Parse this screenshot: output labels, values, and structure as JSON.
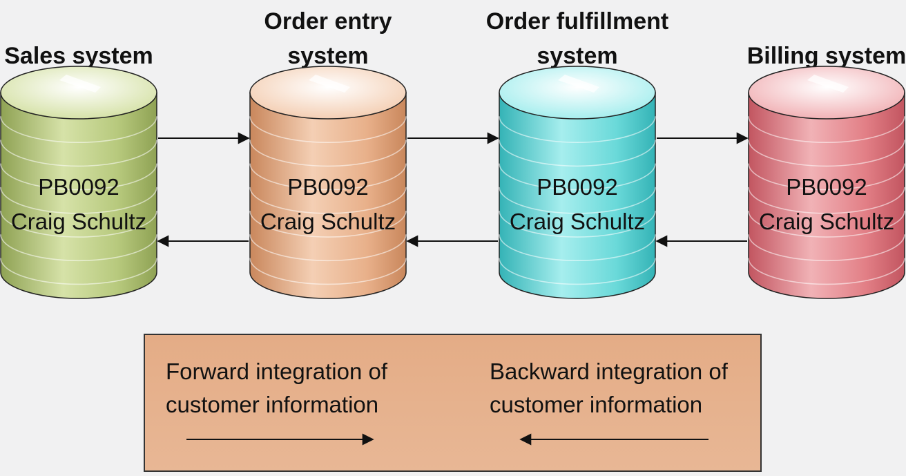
{
  "systems": [
    {
      "title_lines": [
        "Sales system"
      ],
      "record_id": "PB0092",
      "customer_name": "Craig Schultz",
      "color_main": "#b7c97d",
      "color_dark": "#8fa254",
      "color_light": "#d6e2a8"
    },
    {
      "title_lines": [
        "Order entry",
        "system"
      ],
      "record_id": "PB0092",
      "customer_name": "Craig Schultz",
      "color_main": "#e8b08a",
      "color_dark": "#c9875c",
      "color_light": "#f4cfb4"
    },
    {
      "title_lines": [
        "Order fulfillment",
        "system"
      ],
      "record_id": "PB0092",
      "customer_name": "Craig Schultz",
      "color_main": "#6ad9d9",
      "color_dark": "#34b3b6",
      "color_light": "#a6eeee"
    },
    {
      "title_lines": [
        "Billing system"
      ],
      "record_id": "PB0092",
      "customer_name": "Craig Schultz",
      "color_main": "#e27f86",
      "color_dark": "#c25560",
      "color_light": "#f1b2b6"
    }
  ],
  "legend": {
    "forward": {
      "lines": [
        "Forward integration of",
        "customer information"
      ]
    },
    "backward": {
      "lines": [
        "Backward integration of",
        "customer information"
      ]
    },
    "box_color": "#e8b795"
  }
}
